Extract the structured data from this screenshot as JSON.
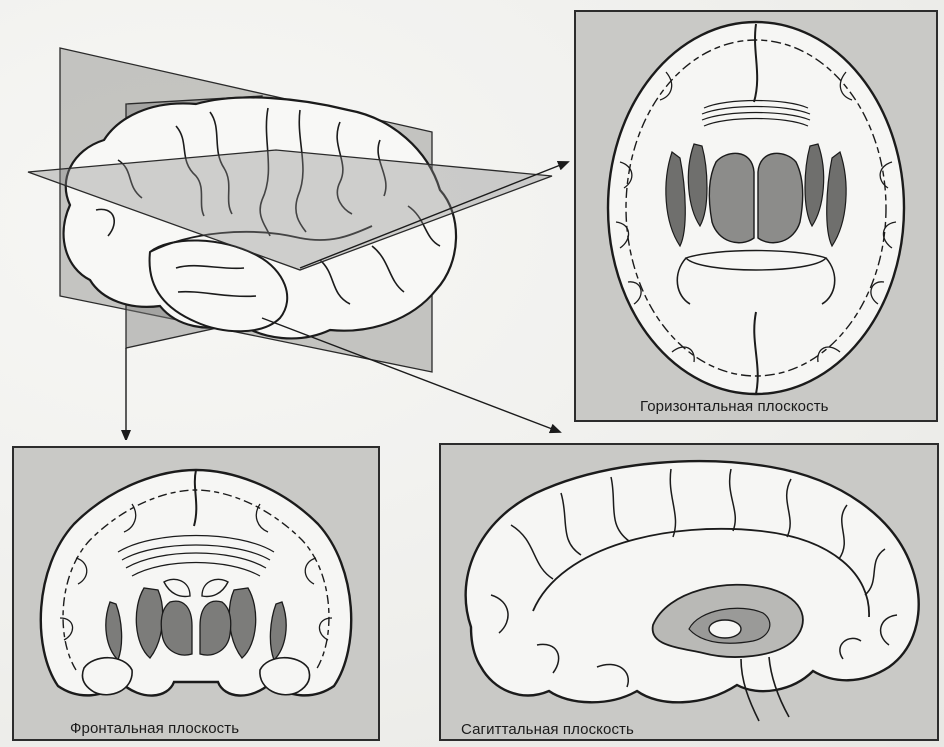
{
  "labels": {
    "horizontal_plane": "Горизонтальная плоскость",
    "frontal_plane": "Фронтальная плоскость",
    "sagittal_plane": "Сагиттальная плоскость"
  },
  "colors": {
    "panel_background": "#c9c9c6",
    "ink": "#1b1b1b",
    "plane_shade": "#8e8e8e",
    "tissue_light": "#f6f6f4"
  }
}
